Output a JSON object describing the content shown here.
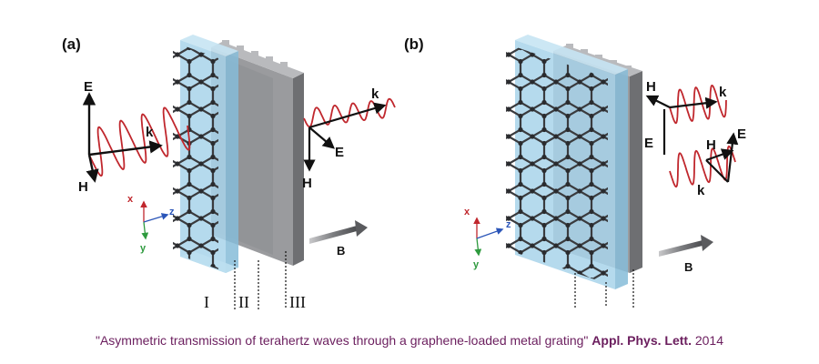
{
  "panels": {
    "a": {
      "label": "(a)",
      "incident": {
        "e": "E",
        "k": "k",
        "h": "H"
      },
      "transmitted": {
        "k": "k",
        "e": "E",
        "h": "H"
      },
      "axes": {
        "x": "x",
        "y": "y",
        "z": "z"
      },
      "field": "B",
      "regions": [
        "I",
        "II",
        "III"
      ]
    },
    "b": {
      "label": "(b)",
      "axes": {
        "x": "x",
        "y": "y",
        "z": "z"
      },
      "upper_wave": {
        "h": "H",
        "k": "k"
      },
      "lower_wave": {
        "e_left": "E",
        "h": "H",
        "e_right": "E",
        "k": "k"
      },
      "field": "B"
    }
  },
  "caption": {
    "title": "\"Asymmetric transmission of terahertz waves through a graphene-loaded metal grating\"",
    "journal": "Appl. Phys. Lett.",
    "year": "2014"
  },
  "colors": {
    "wave": "#c0272d",
    "x_axis": "#c0272d",
    "y_axis": "#2e9a3e",
    "z_axis": "#2b55b8",
    "caption": "#6b1e5e",
    "grating": "#8a8b8d",
    "substrate": "#a8d4ea"
  }
}
